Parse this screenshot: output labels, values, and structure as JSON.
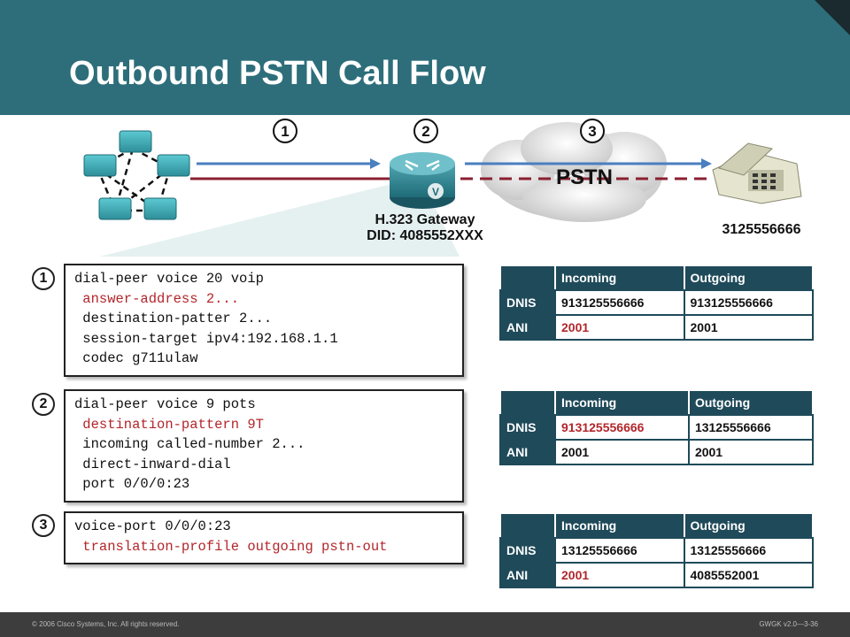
{
  "header": {
    "title": "Outbound PSTN Call Flow"
  },
  "diagram": {
    "steps": [
      "1",
      "2",
      "3"
    ],
    "gateway_label_line1": "H.323 Gateway",
    "gateway_label_line2": "DID: 4085552XXX",
    "cloud_label": "PSTN",
    "phone_number": "3125556666"
  },
  "config_blocks": [
    {
      "number": "1",
      "lines": [
        "dial-peer voice 20 voip",
        " answer-address 2...",
        " destination-patter 2...",
        " session-target ipv4:192.168.1.1",
        " codec g711ulaw"
      ]
    },
    {
      "number": "2",
      "lines": [
        "dial-peer voice 9 pots",
        " destination-pattern 9T",
        " incoming called-number 2...",
        " direct-inward-dial",
        " port 0/0/0:23"
      ]
    },
    {
      "number": "3",
      "lines": [
        "voice-port 0/0/0:23",
        " translation-profile outgoing pstn-out"
      ]
    }
  ],
  "tables": [
    {
      "headers": [
        "Incoming",
        "Outgoing"
      ],
      "rows": [
        {
          "label": "DNIS",
          "incoming": "913125556666",
          "outgoing": "913125556666"
        },
        {
          "label": "ANI",
          "incoming": "2001",
          "outgoing": "2001"
        }
      ]
    },
    {
      "headers": [
        "Incoming",
        "Outgoing"
      ],
      "rows": [
        {
          "label": "DNIS",
          "incoming": "913125556666",
          "outgoing": "13125556666"
        },
        {
          "label": "ANI",
          "incoming": "2001",
          "outgoing": "2001"
        }
      ]
    },
    {
      "headers": [
        "Incoming",
        "Outgoing"
      ],
      "rows": [
        {
          "label": "DNIS",
          "incoming": "13125556666",
          "outgoing": "13125556666"
        },
        {
          "label": "ANI",
          "incoming": "2001",
          "outgoing": "4085552001"
        }
      ]
    }
  ],
  "footer": {
    "copyright": "© 2006 Cisco Systems, Inc. All rights reserved.",
    "page": "GWGK v2.0—3-36"
  },
  "colors": {
    "header_bg": "#2d6e7a",
    "table_header": "#1f4a5a",
    "highlight_red": "#b2262b",
    "arrow_blue": "#4a7fc0",
    "line_red": "#8b2030"
  }
}
